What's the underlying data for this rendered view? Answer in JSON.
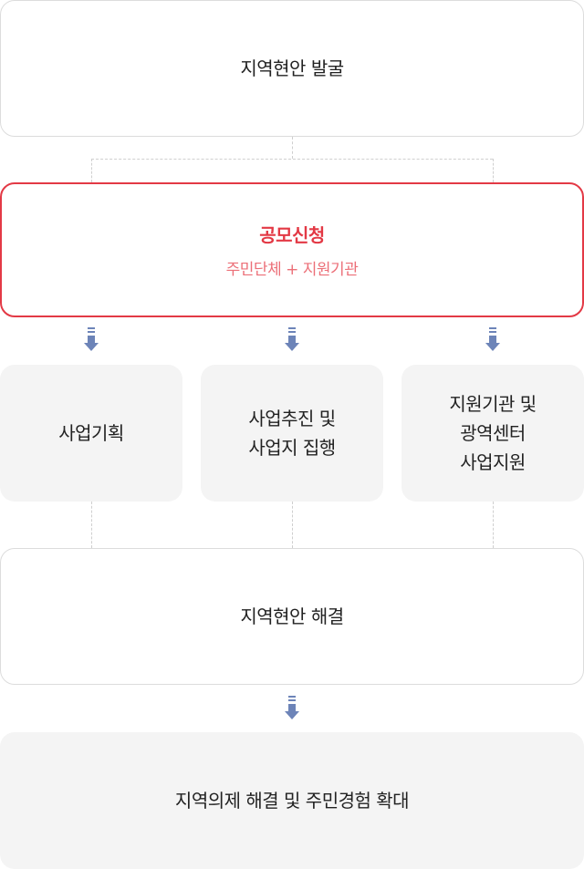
{
  "steps": {
    "discover": "지역현안 발굴",
    "apply_title": "공모신청",
    "apply_sub": "주민단체 + 지원기관",
    "plan": "사업기획",
    "execute": "사업추진 및\n사업지 집행",
    "support": "지원기관 및\n광역센터\n사업지원",
    "solve": "지역현안 해결",
    "expand": "지역의제 해결 및 주민경험 확대"
  },
  "colors": {
    "highlight": "#e33945",
    "arrow": "#6d84b8",
    "box_fill": "#f4f4f4",
    "border": "#dcdcdc"
  }
}
